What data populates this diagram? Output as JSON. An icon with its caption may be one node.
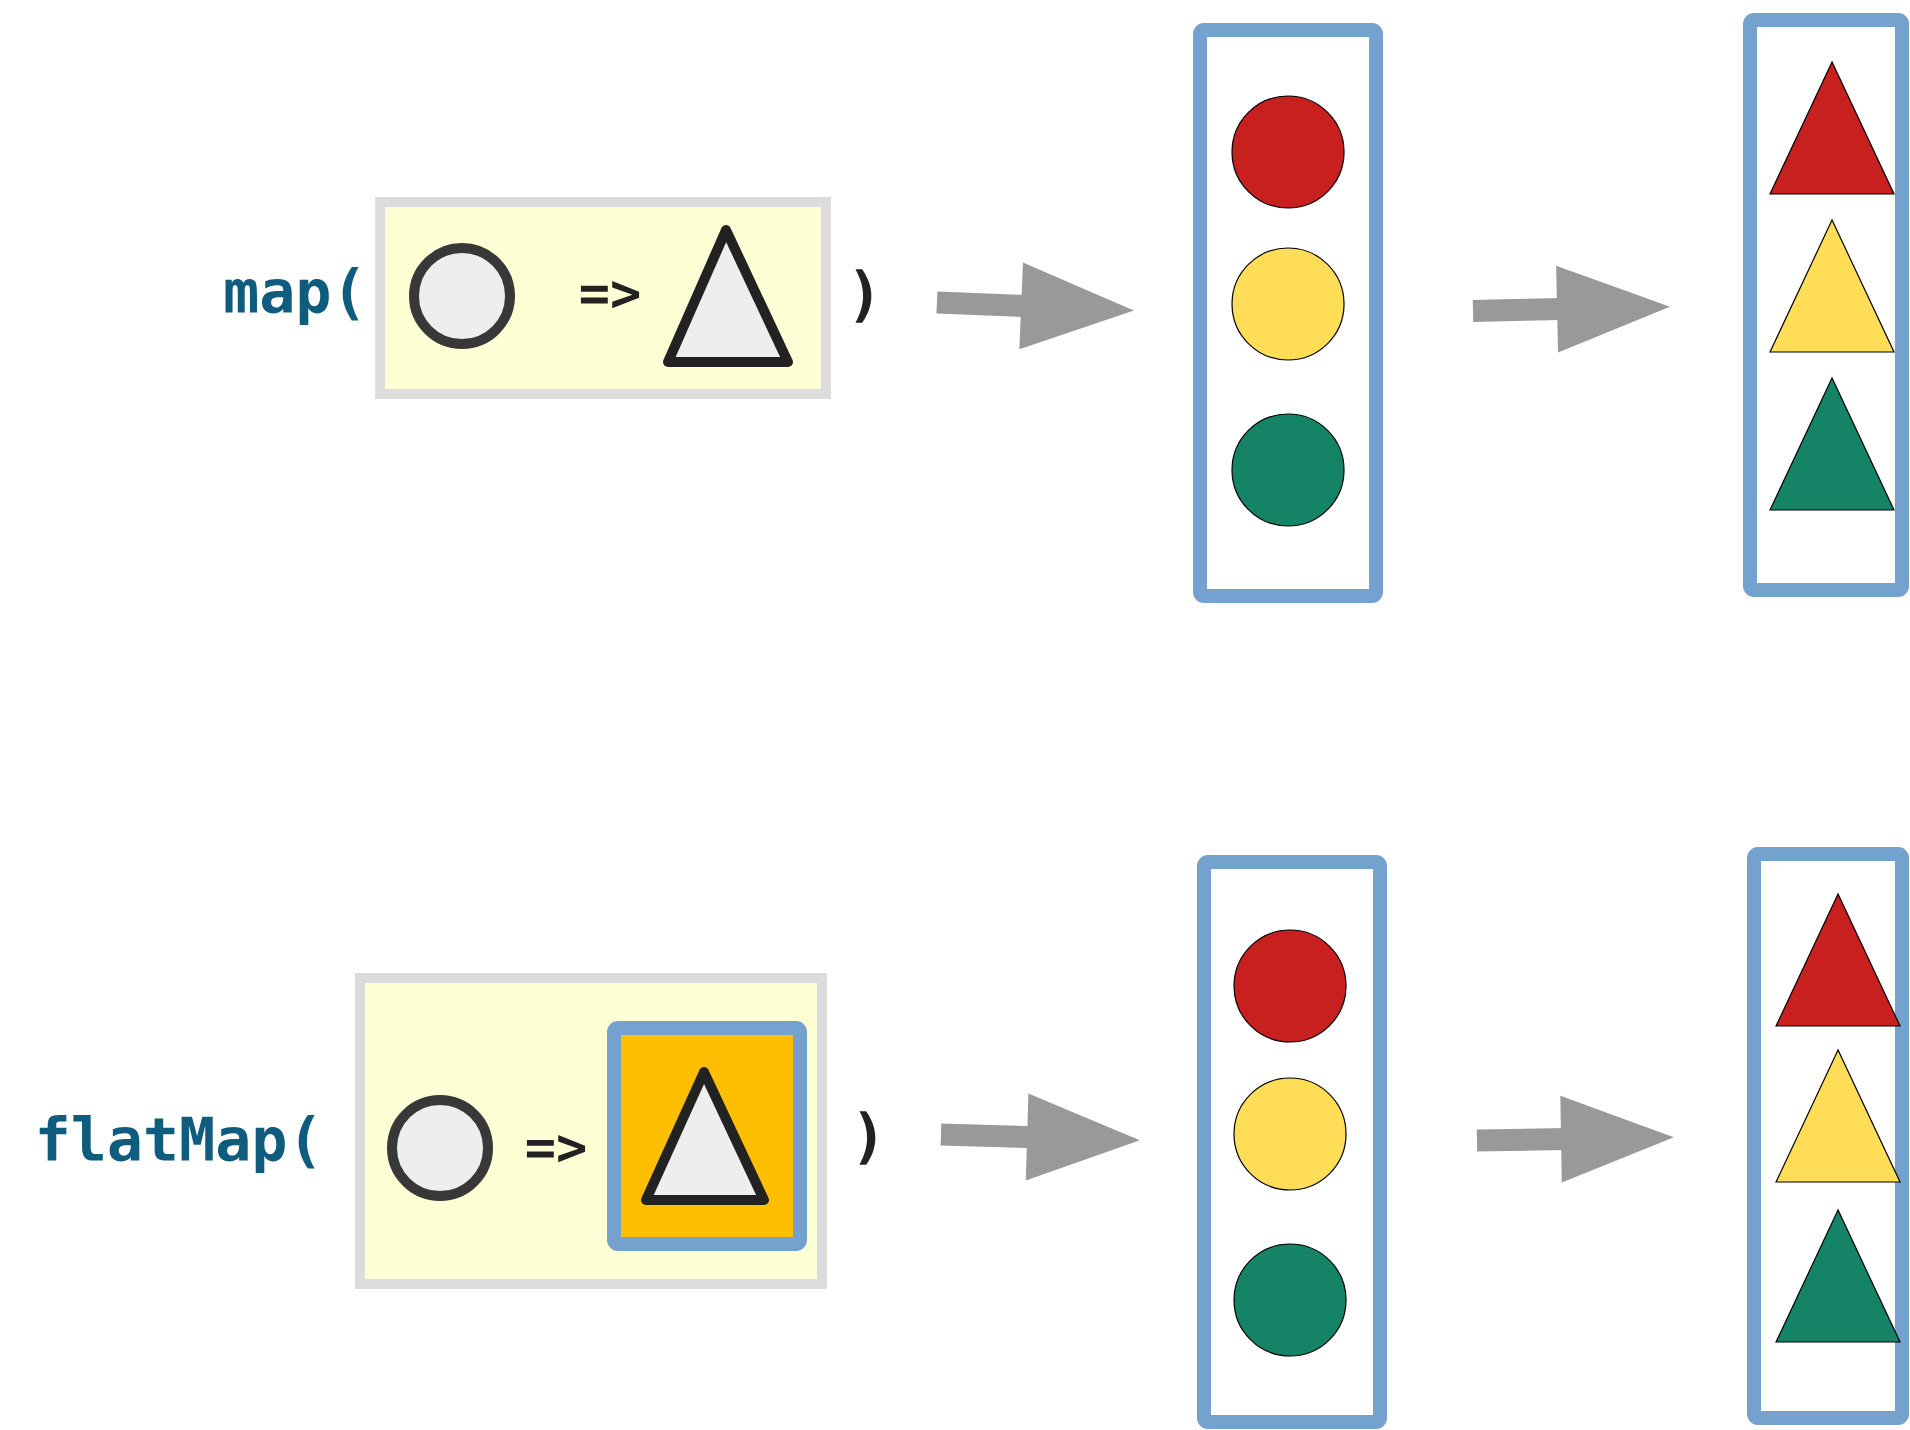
{
  "diagram": {
    "nodes": [
      {
        "text": [
          "=>"
        ],
        "beside": [
          "map(",
          ")"
        ]
      },
      {
        "text": [],
        "shape": "box"
      },
      {
        "text": [],
        "shape": "box"
      },
      {
        "text": [
          "=>"
        ],
        "beside": [
          "flatMap(",
          ")"
        ]
      },
      {
        "text": [],
        "shape": "box"
      },
      {
        "text": [],
        "shape": "box"
      }
    ],
    "edges": [
      {
        "from": 0,
        "to": 1,
        "arrow": "to"
      },
      {
        "from": 1,
        "to": 2,
        "arrow": "to"
      },
      {
        "from": 3,
        "to": 4,
        "arrow": "to"
      },
      {
        "from": 4,
        "to": 5,
        "arrow": "to"
      }
    ]
  }
}
